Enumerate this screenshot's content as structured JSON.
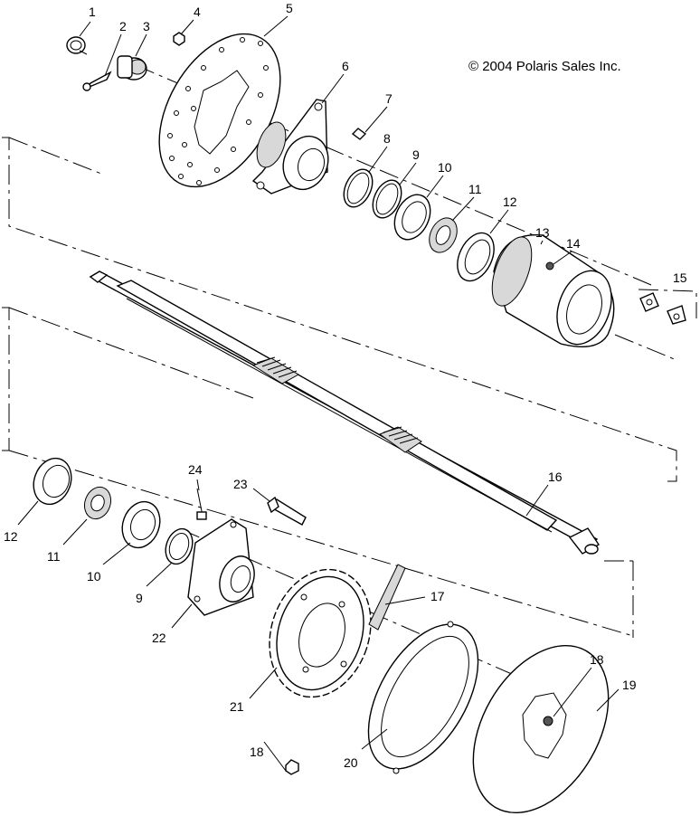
{
  "copyright": "© 2004 Polaris Sales Inc.",
  "callouts": [
    {
      "id": "c1",
      "label": "1"
    },
    {
      "id": "c2",
      "label": "2"
    },
    {
      "id": "c3",
      "label": "3"
    },
    {
      "id": "c4",
      "label": "4"
    },
    {
      "id": "c5",
      "label": "5"
    },
    {
      "id": "c6",
      "label": "6"
    },
    {
      "id": "c7",
      "label": "7"
    },
    {
      "id": "c8",
      "label": "8"
    },
    {
      "id": "c9",
      "label": "9"
    },
    {
      "id": "c10",
      "label": "10"
    },
    {
      "id": "c11",
      "label": "11"
    },
    {
      "id": "c12",
      "label": "12"
    },
    {
      "id": "c13",
      "label": "13"
    },
    {
      "id": "c14",
      "label": "14"
    },
    {
      "id": "c15",
      "label": "15"
    },
    {
      "id": "c16",
      "label": "16"
    },
    {
      "id": "c17",
      "label": "17"
    },
    {
      "id": "c18a",
      "label": "18"
    },
    {
      "id": "c19",
      "label": "19"
    },
    {
      "id": "c12b",
      "label": "12"
    },
    {
      "id": "c11b",
      "label": "11"
    },
    {
      "id": "c10b",
      "label": "10"
    },
    {
      "id": "c9b",
      "label": "9"
    },
    {
      "id": "c22",
      "label": "22"
    },
    {
      "id": "c24",
      "label": "24"
    },
    {
      "id": "c23",
      "label": "23"
    },
    {
      "id": "c21",
      "label": "21"
    },
    {
      "id": "c18b",
      "label": "18"
    },
    {
      "id": "c20",
      "label": "20"
    }
  ]
}
